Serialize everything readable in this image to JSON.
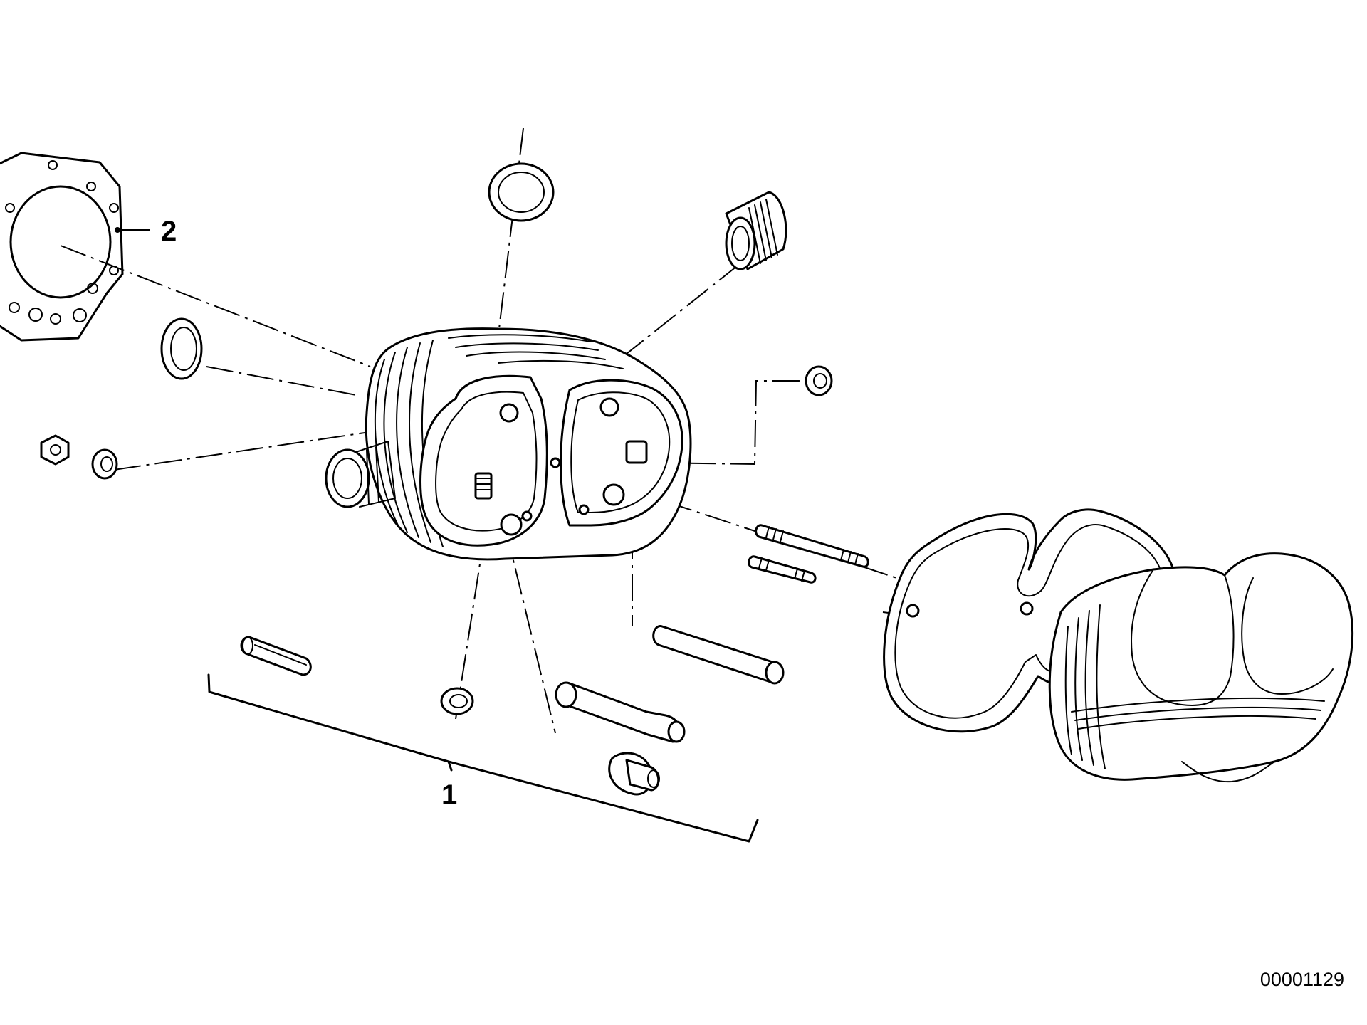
{
  "callouts": [
    {
      "id": "callout-1",
      "label": "1"
    },
    {
      "id": "callout-2",
      "label": "2"
    }
  ],
  "reference_number": "00001129"
}
